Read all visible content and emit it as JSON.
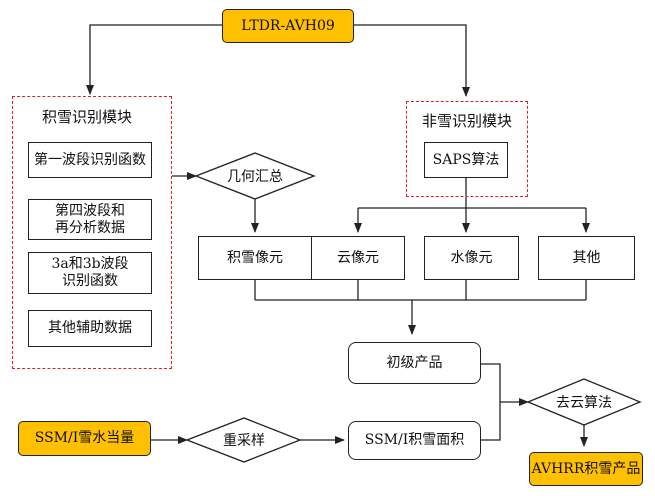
{
  "nodes": {
    "ltdr": "LTDR-AVH09",
    "snow_module_title": "积雪识别模块",
    "non_snow_module_title": "非雪识别模块",
    "band1": "第一波段识别函数",
    "band4": "第四波段和\n再分析数据",
    "band3ab": "3a和3b波段\n识别函数",
    "aux": "其他辅助数据",
    "saps": "SAPS算法",
    "geo": "几何汇总",
    "snow_pixel": "积雪像元",
    "cloud_pixel": "云像元",
    "water_pixel": "水像元",
    "other": "其他",
    "primary": "初级产品",
    "cloud_removal": "去云算法",
    "ssmi_swe": "SSM/I雪水当量",
    "resample": "重采样",
    "ssmi_area": "SSM/I积雪面积",
    "final": "AVHRR积雪产品"
  },
  "colors": {
    "accent": "#ffc000",
    "module_border": "#e01f2a",
    "line": "#222222"
  }
}
